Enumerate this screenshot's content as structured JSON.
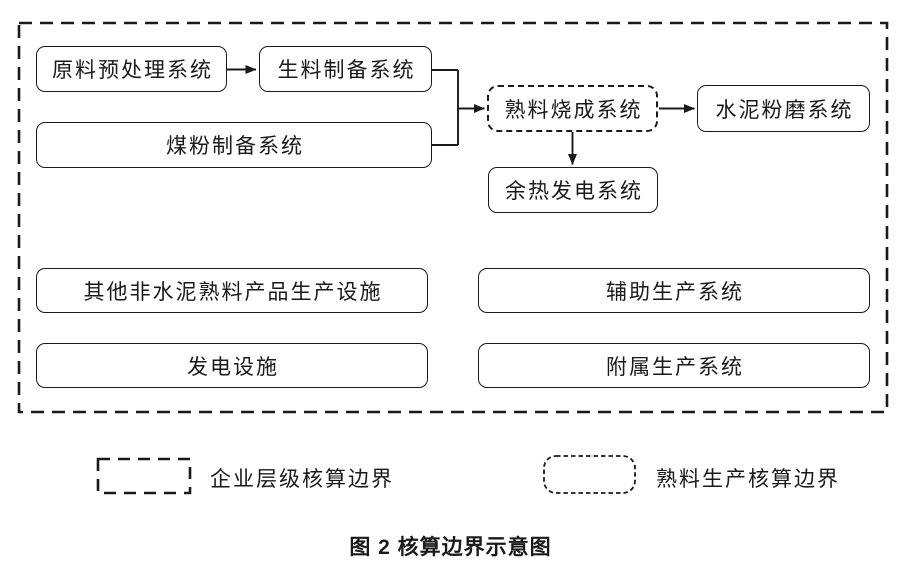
{
  "figure": {
    "caption": "图 2 核算边界示意图"
  },
  "nodes": {
    "raw_pretreatment": "原料预处理系统",
    "raw_meal_preparation": "生料制备系统",
    "coal_powder_preparation": "煤粉制备系统",
    "clinker_calcination": "熟料烧成系统",
    "cement_grinding": "水泥粉磨系统",
    "waste_heat_power": "余热发电系统",
    "other_non_clinker_facilities": "其他非水泥熟料产品生产设施",
    "auxiliary_production": "辅助生产系统",
    "power_generation_facilities": "发电设施",
    "subsidiary_production": "附属生产系统"
  },
  "legend": {
    "enterprise_boundary": "企业层级核算边界",
    "clinker_boundary": "熟料生产核算边界"
  },
  "colors": {
    "line": "#1a1a1a",
    "text": "#1a1a1a",
    "background": "#ffffff"
  }
}
